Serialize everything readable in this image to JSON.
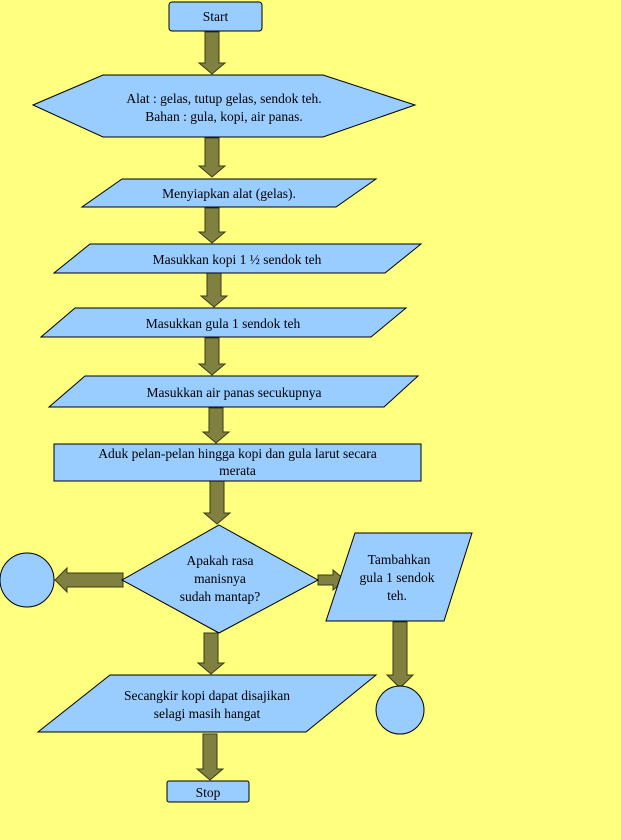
{
  "colors": {
    "background": "#FFFF80",
    "shape_fill": "#99CCFF",
    "arrow_fill": "#808040"
  },
  "nodes": {
    "start": {
      "label": "Start"
    },
    "prep": {
      "lines": [
        "Alat : gelas, tutup gelas, sendok teh.",
        "Bahan : gula, kopi, air panas."
      ]
    },
    "step1": {
      "label": "Menyiapkan alat (gelas)."
    },
    "step2": {
      "label": "Masukkan kopi 1 ½ sendok teh"
    },
    "step3": {
      "label": "Masukkan gula 1 sendok teh"
    },
    "step4": {
      "label": "Masukkan air panas secukupnya"
    },
    "process": {
      "lines": [
        "Aduk pelan-pelan hingga kopi dan gula larut secara",
        "merata"
      ]
    },
    "decision": {
      "lines": [
        "Apakah rasa",
        "manisnya",
        "sudah mantap?"
      ]
    },
    "add_sugar": {
      "lines": [
        "Tambahkan",
        "gula 1 sendok",
        "teh."
      ]
    },
    "serve": {
      "lines": [
        "Secangkir kopi dapat disajikan",
        "selagi masih hangat"
      ]
    },
    "stop": {
      "label": "Stop"
    }
  }
}
